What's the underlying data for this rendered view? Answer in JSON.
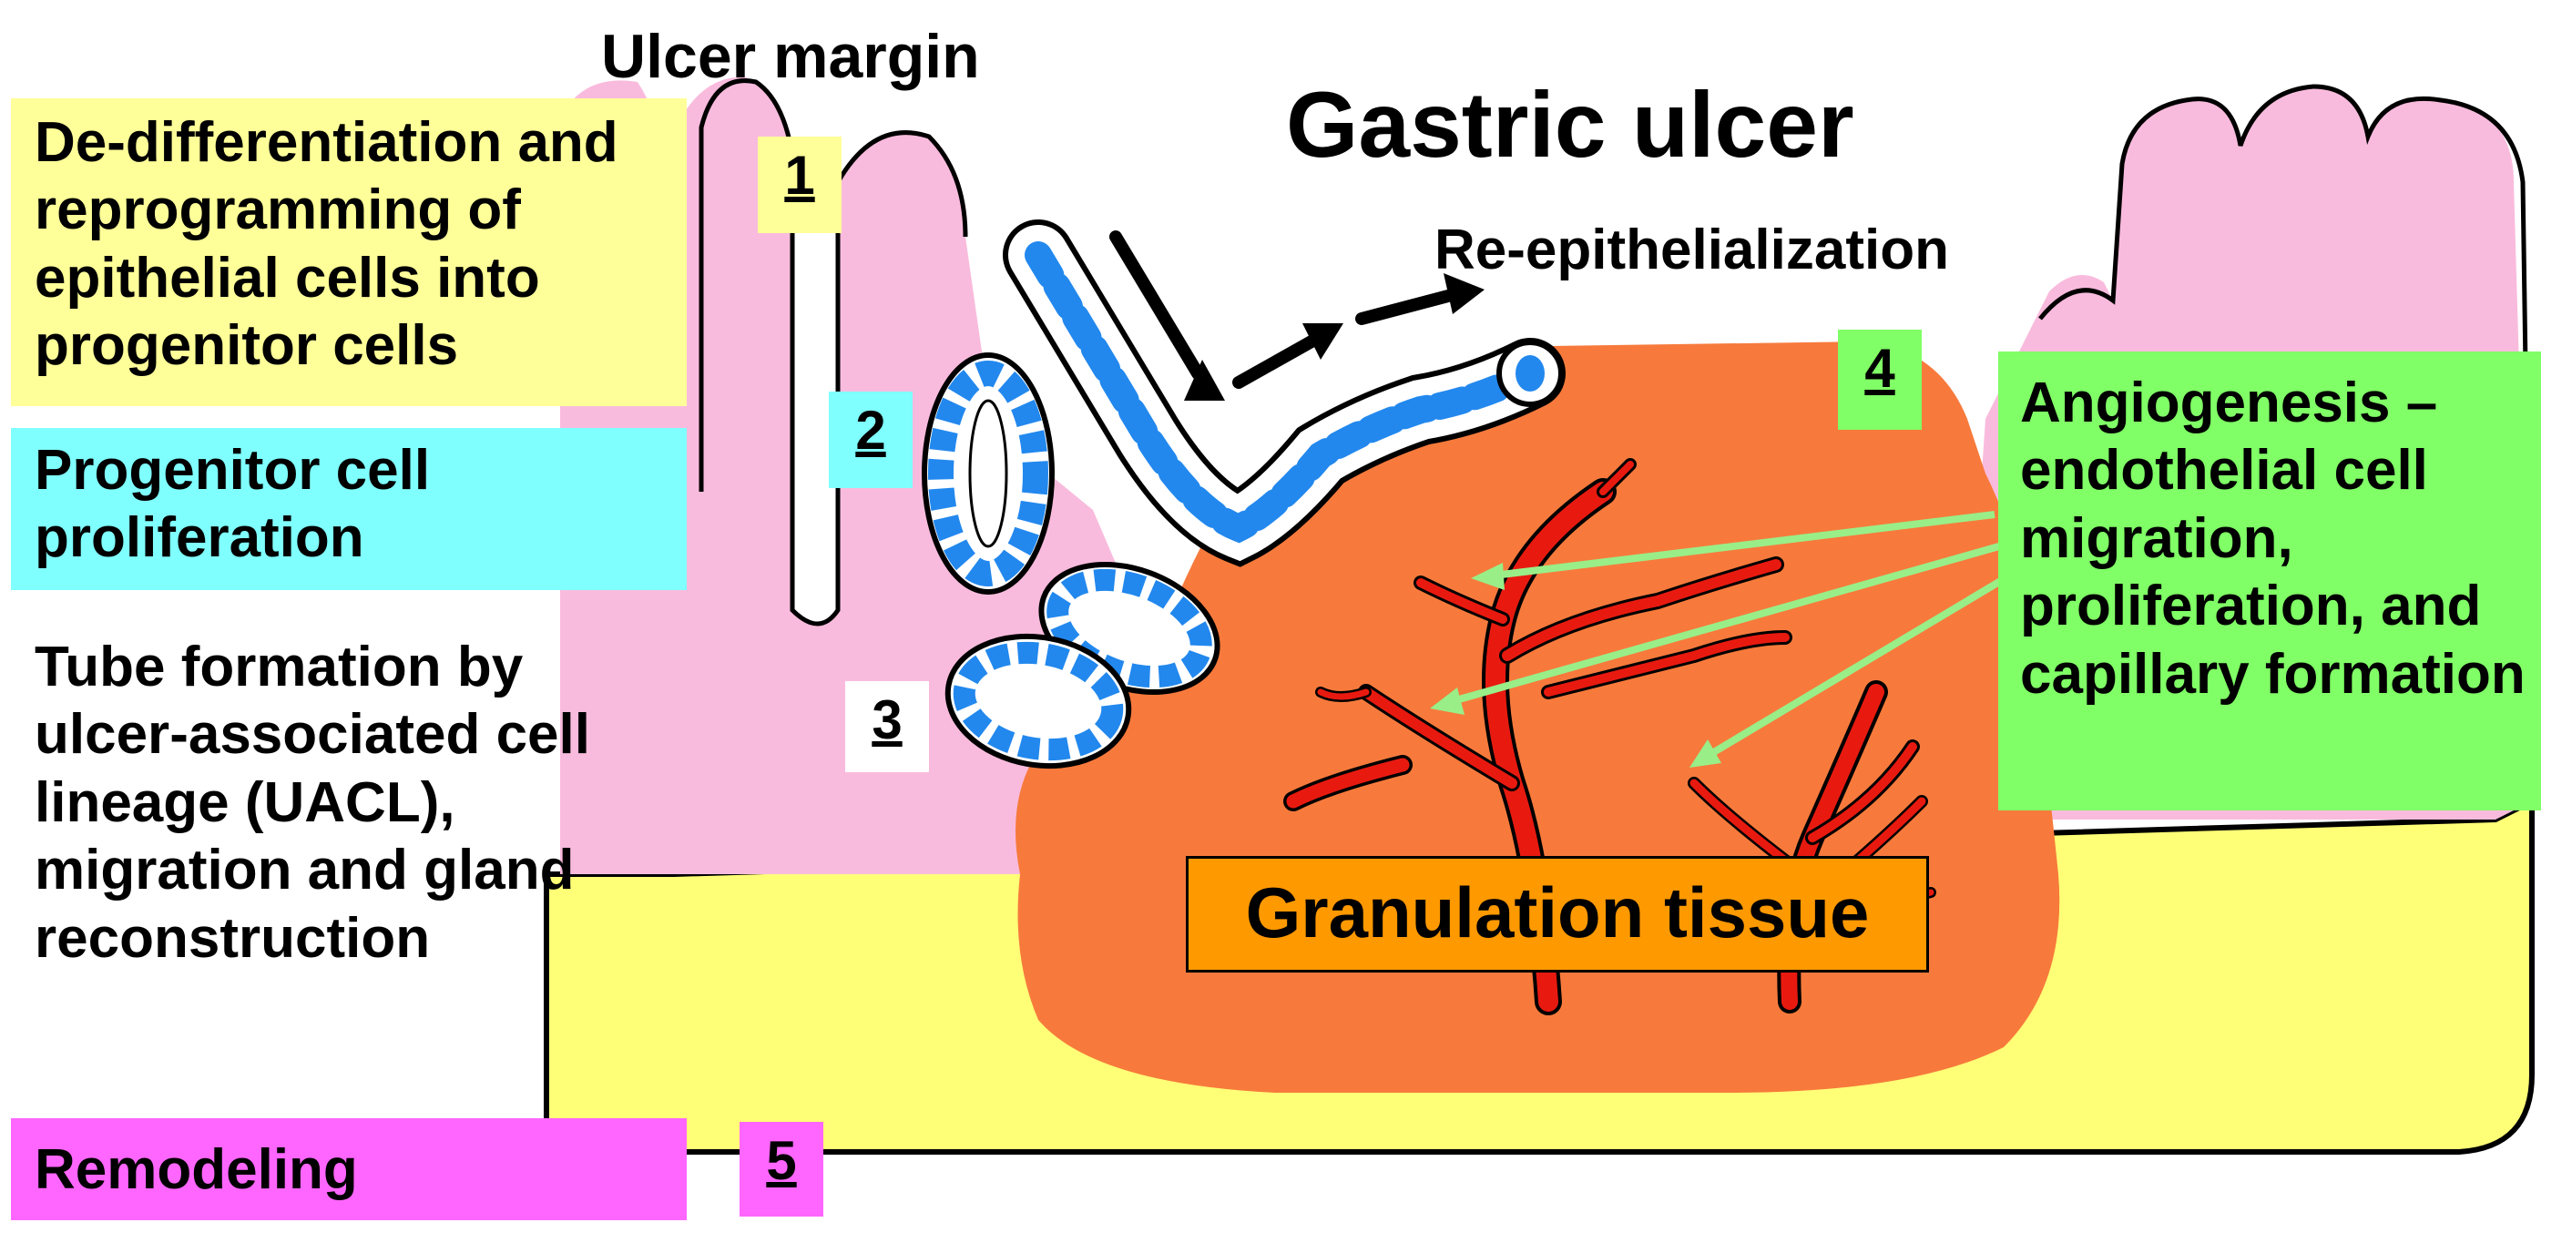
{
  "title": "Gastric ulcer",
  "ulcer_margin_label": "Ulcer margin",
  "re_epithelialization_label": "Re-epithelialization",
  "granulation_tissue_label": "Granulation tissue",
  "steps": {
    "s1": {
      "number": "1",
      "text": "De-differentiation and reprogramming of epithelial cells into progenitor cells",
      "color": "#FFFF99"
    },
    "s2": {
      "number": "2",
      "text": "Progenitor cell proliferation",
      "color": "#80FFFF"
    },
    "s3": {
      "number": "3",
      "text": "Tube formation by ulcer-associated cell lineage (UACL), migration and gland reconstruction",
      "color": "#FFFFFF"
    },
    "s4": {
      "number": "4",
      "text": "Angiogenesis – endothelial cell migration, proliferation, and capillary formation",
      "color": "#80FF66"
    },
    "s5": {
      "number": "5",
      "text": "Remodeling",
      "color": "#FF66FF"
    }
  },
  "colors": {
    "mucosa_pink": "#F9BBDD",
    "submucosa_yellow": "#FFFF77",
    "granulation_orange": "#F77A3C",
    "granulation_label_bg": "#FF9900",
    "vessel_red": "#E81A10",
    "epithelial_nuclei": "#2288EE",
    "arrow_green": "#99EE88"
  }
}
